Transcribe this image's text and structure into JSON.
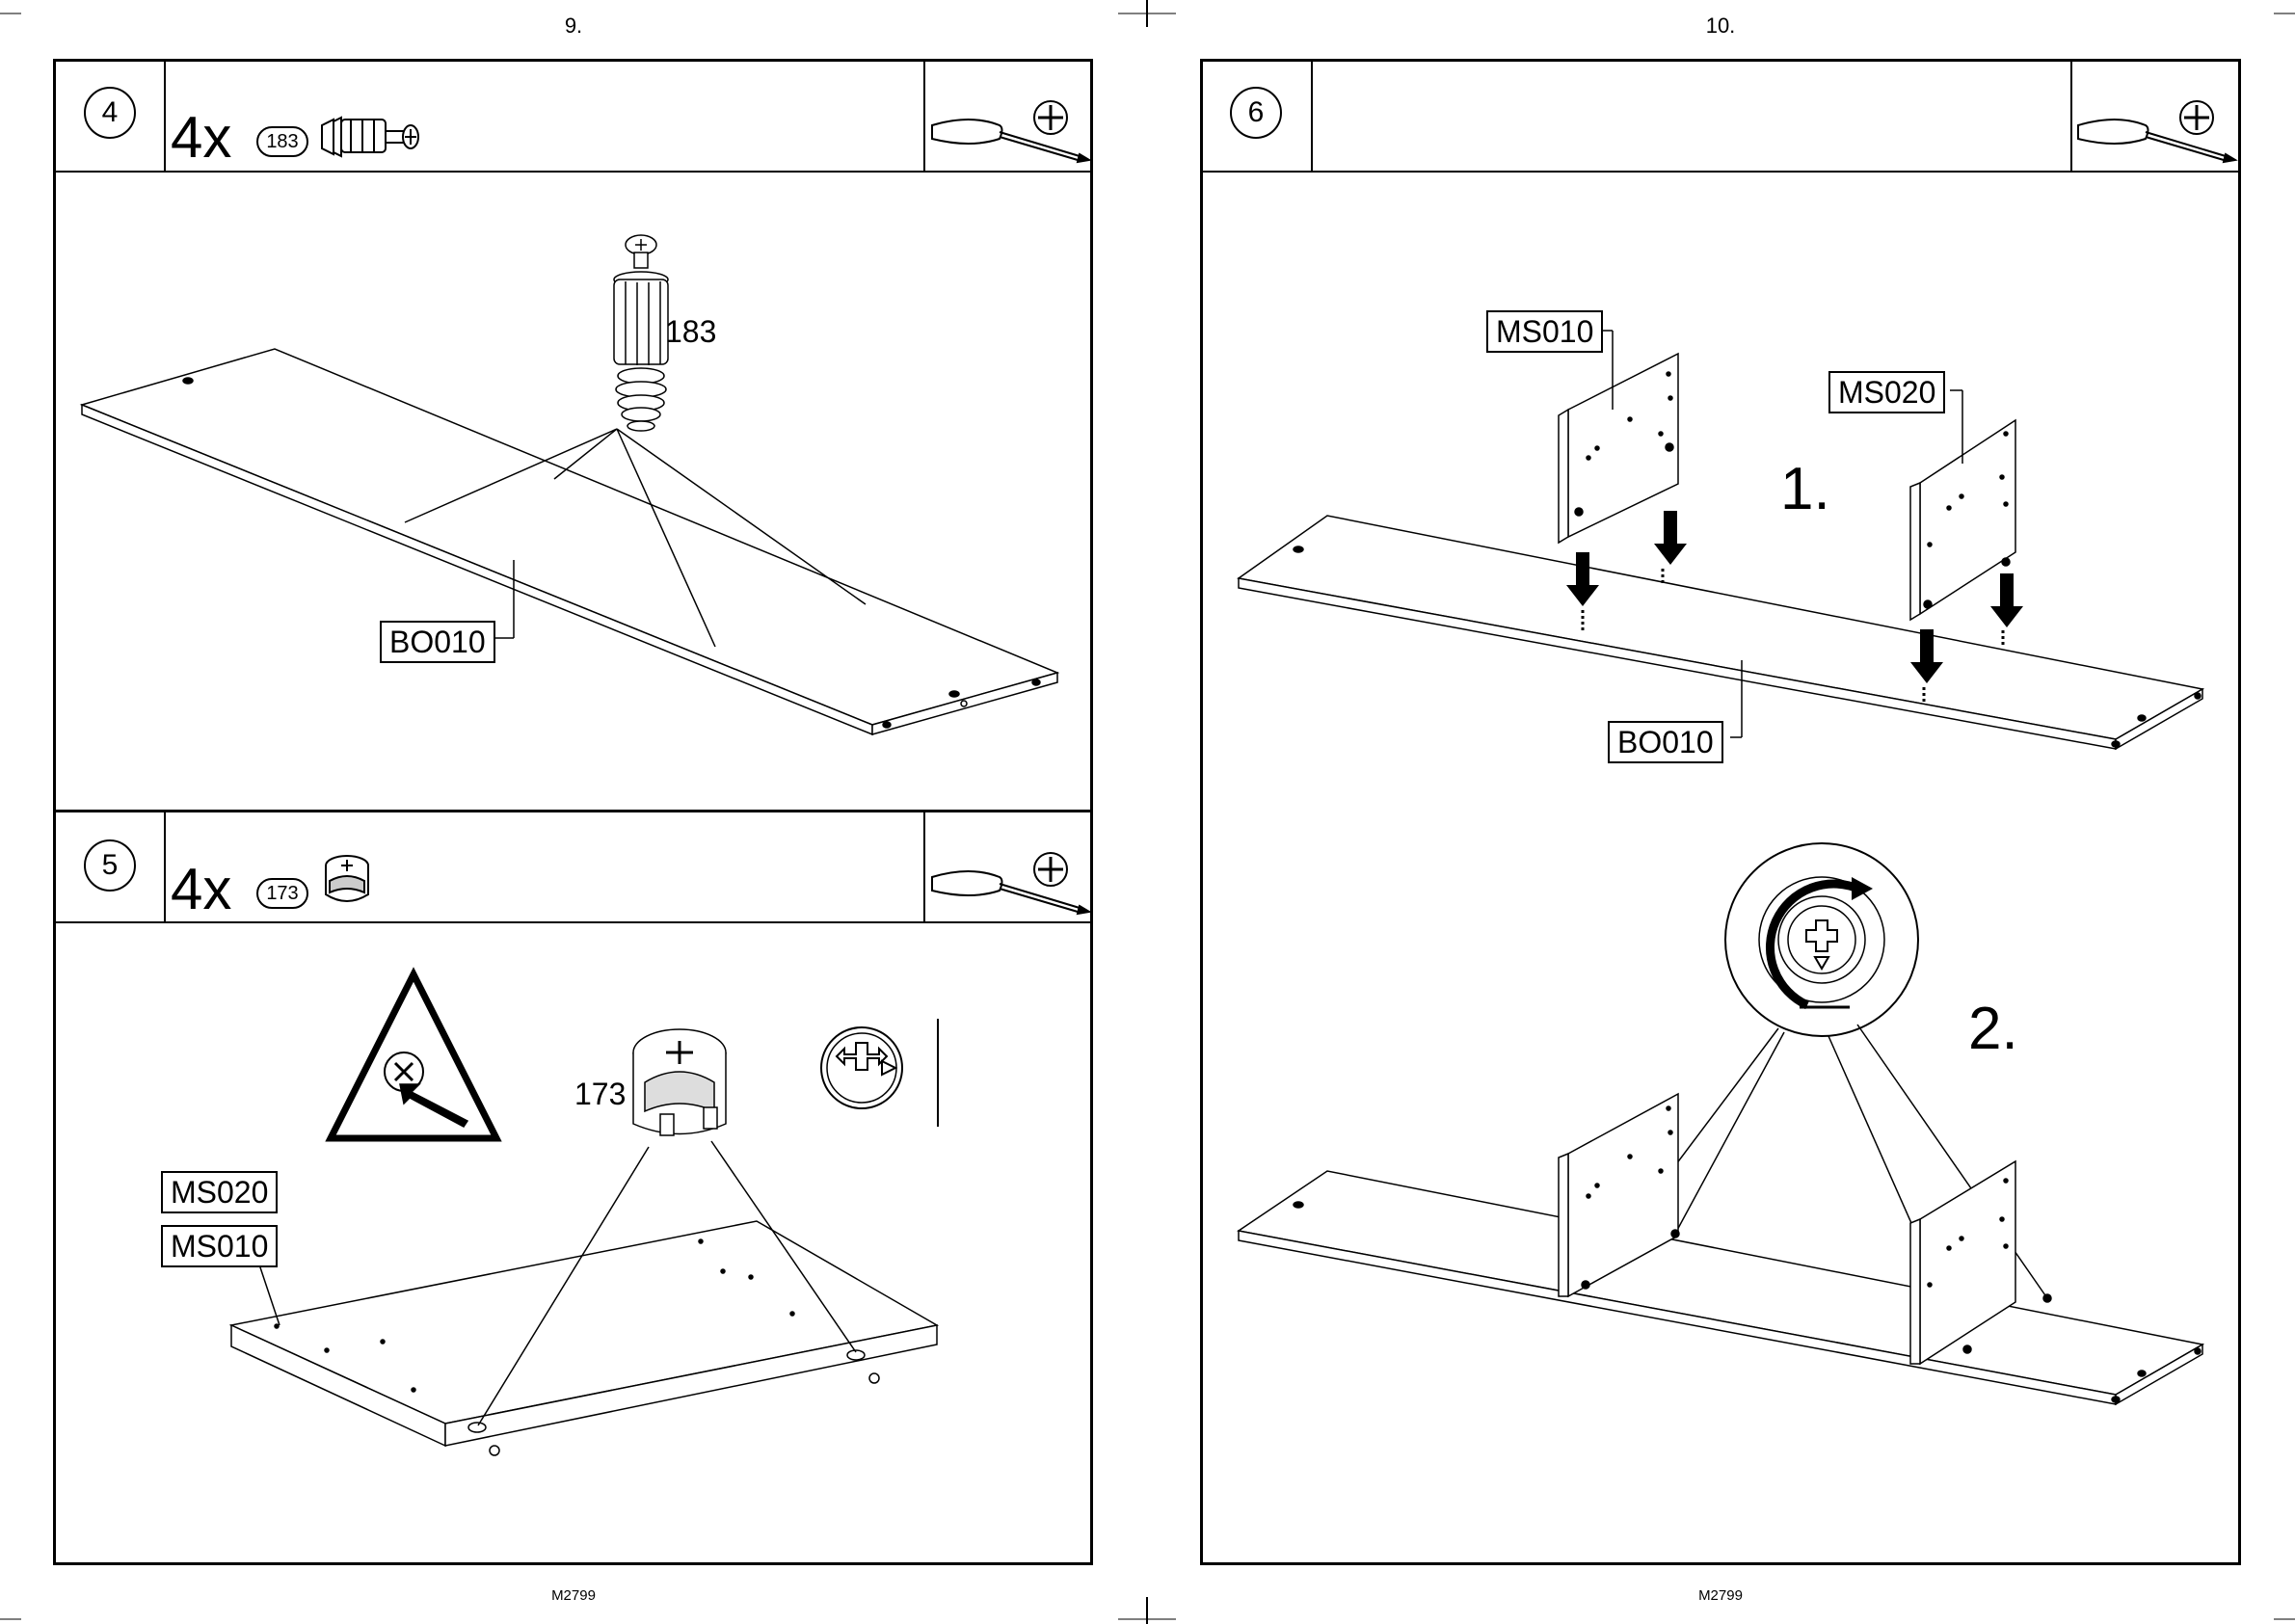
{
  "left_page": {
    "page_number": "9.",
    "footer_code": "M2799",
    "step4": {
      "step_number": "4",
      "quantity": "4x",
      "part_number": "183",
      "callout_number": "183",
      "panel_label": "BO010",
      "icons": [
        "screwdriver-icon",
        "phillips-head-icon",
        "cam-dowel-icon"
      ]
    },
    "step5": {
      "step_number": "5",
      "quantity": "4x",
      "part_number": "173",
      "callout_number": "173",
      "panel_labels": [
        "MS020",
        "MS010"
      ],
      "icons": [
        "screwdriver-icon",
        "phillips-head-icon",
        "cam-lock-icon",
        "warning-triangle-icon",
        "cam-orientation-icon"
      ]
    }
  },
  "right_page": {
    "page_number": "10.",
    "footer_code": "M2799",
    "step6": {
      "step_number": "6",
      "substep1": "1.",
      "substep2": "2.",
      "labels": {
        "side_left": "MS010",
        "side_right": "MS020",
        "base": "BO010"
      },
      "icons": [
        "screwdriver-icon",
        "phillips-head-icon",
        "rotate-clockwise-icon"
      ]
    }
  }
}
